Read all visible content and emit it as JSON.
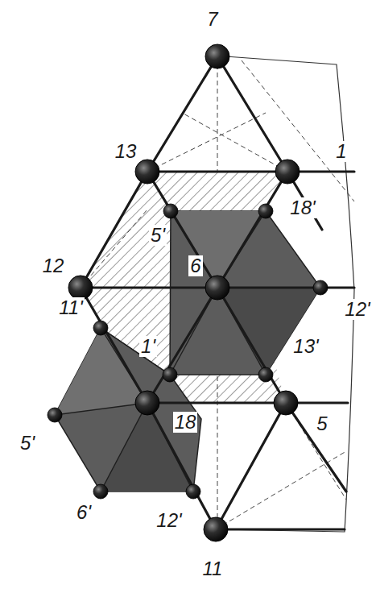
{
  "diagram": {
    "labels": [
      "7",
      "13",
      "1",
      "18'",
      "5'",
      "12",
      "6",
      "12'",
      "11'",
      "1'",
      "13'",
      "5'",
      "18",
      "5",
      "6'",
      "12'",
      "11"
    ]
  }
}
